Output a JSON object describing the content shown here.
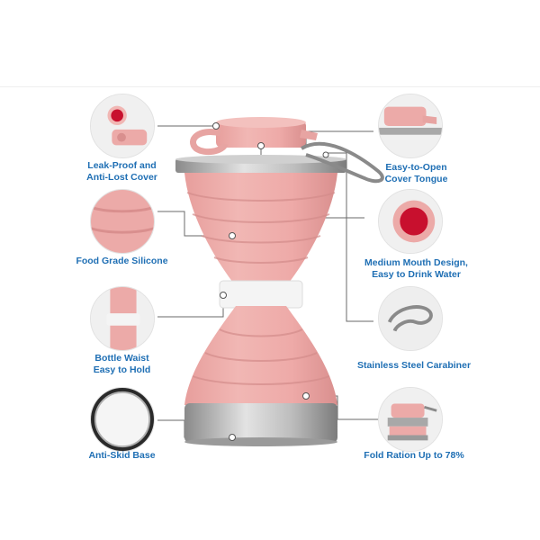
{
  "features": {
    "leak_proof": [
      "Leak-Proof and",
      "Anti-Lost Cover"
    ],
    "easy_open": [
      "Easy-to-Open",
      "Cover Tongue"
    ],
    "food_grade": [
      "Food Grade Silicone"
    ],
    "medium_mouth": [
      "Medium Mouth Design,",
      "Easy to Drink Water"
    ],
    "bottle_waist": [
      "Bottle Waist",
      "Easy to Hold"
    ],
    "carabiner": [
      "Stainless Steel Carabiner"
    ],
    "anti_skid": [
      "Anti-Skid Base"
    ],
    "fold_ratio": [
      "Fold Ration Up to 78%"
    ]
  },
  "colors": {
    "label_text": "#1f6fb4",
    "silicone_pink": "#ecaaa8",
    "silicone_shadow": "#d98f8e",
    "steel": "#a8a8a8",
    "waist_band": "#f4f4f4",
    "leader_line": "#6a6a6a",
    "mouth_red": "#c8102e"
  }
}
